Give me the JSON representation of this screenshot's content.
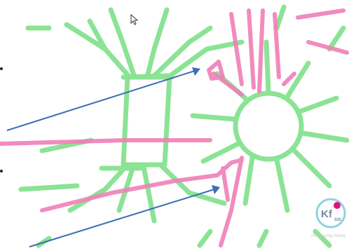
{
  "canvas": {
    "ink_colors": {
      "green": "#7fe08a",
      "pink": "#f07fb8",
      "arrow": "#3d6fb3"
    }
  },
  "cursor": {
    "icon": "mouse-pointer-icon"
  },
  "logo": {
    "main": "Kf",
    "sub": "SSI",
    "caption": "Reassuring Safety",
    "accent": "#e2127c"
  }
}
